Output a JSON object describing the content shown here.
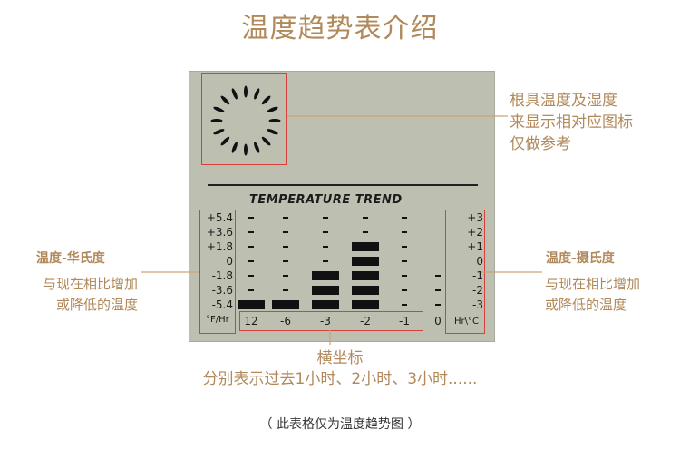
{
  "title": "温度趋势表介绍",
  "display": {
    "trend_heading": "TEMPERATURE  TREND",
    "left_ticks": [
      "+5.4",
      "+3.6",
      "+1.8",
      "0",
      "-1.8",
      "-3.6",
      "-5.4"
    ],
    "right_ticks": [
      "+3",
      "+2",
      "+1",
      "0",
      "-1",
      "-2",
      "-3"
    ],
    "hour_ticks": [
      "12",
      "-6",
      "-3",
      "-2",
      "-1",
      "0"
    ],
    "left_unit": "°F/Hr",
    "right_unit": "Hr\\°C"
  },
  "chart_data": {
    "type": "bar",
    "categories": [
      "12",
      "-6",
      "-3",
      "-2",
      "-1",
      "0"
    ],
    "values": [
      -3,
      -3,
      -1,
      1,
      0,
      0
    ],
    "ylim": [
      -3,
      3
    ]
  },
  "annotations": {
    "sun_icon": {
      "lines": [
        "根具温度及湿度",
        "来显示相对应图标",
        "仅做参考"
      ]
    },
    "fahrenheit": {
      "heading": "温度-华氏度",
      "lines": [
        "与现在相比增加",
        "或降低的温度"
      ]
    },
    "celsius": {
      "heading": "温度-摄氏度",
      "lines": [
        "与现在相比增加",
        "或降低的温度"
      ]
    },
    "x_axis": {
      "line1": "横坐标",
      "line2": "分别表示过去1小时、2小时、3小时......"
    }
  },
  "footnote": "（ 此表格仅为温度趋势图 ）",
  "colors": {
    "gold": "#b1895a",
    "red_box": "#d9403a",
    "lcd_bg": "#bdbfb1",
    "segment": "#111111"
  }
}
